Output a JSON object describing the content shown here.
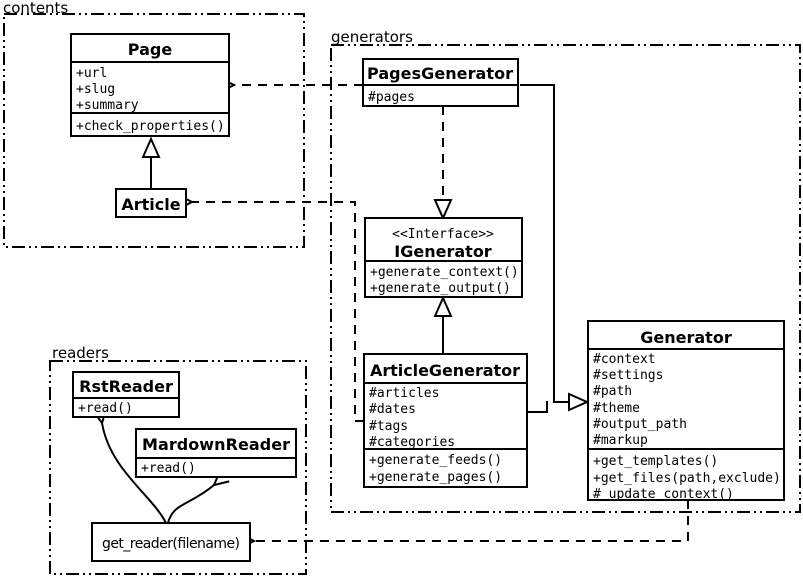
{
  "diagram_type": "uml-class-diagram",
  "colors": {
    "background": "#ffffff",
    "line": "#000000",
    "text": "#000000",
    "box_fill": "#ffffff"
  },
  "packages": {
    "contents": {
      "label": "contents"
    },
    "generators": {
      "label": "generators"
    },
    "readers": {
      "label": "readers"
    }
  },
  "classes": {
    "page": {
      "name": "Page",
      "attributes": [
        "+url",
        "+slug",
        "+summary"
      ],
      "methods": [
        "+check_properties()"
      ]
    },
    "article": {
      "name": "Article"
    },
    "pages_generator": {
      "name": "PagesGenerator",
      "attributes": [
        "#pages"
      ]
    },
    "igenerator": {
      "stereotype": "<<Interface>>",
      "name": "IGenerator",
      "methods": [
        "+generate_context()",
        "+generate_output()"
      ]
    },
    "article_generator": {
      "name": "ArticleGenerator",
      "attributes": [
        "#articles",
        "#dates",
        "#tags",
        "#categories"
      ],
      "methods": [
        "+generate_feeds()",
        "+generate_pages()"
      ]
    },
    "generator": {
      "name": "Generator",
      "attributes": [
        "#context",
        "#settings",
        "#path",
        "#theme",
        "#output_path",
        "#markup"
      ],
      "methods": [
        "+get_templates()",
        "+get_files(path,exclude)",
        "#_update_context()"
      ]
    },
    "rst_reader": {
      "name": "RstReader",
      "methods": [
        "+read()"
      ]
    },
    "mardown_reader": {
      "name": "MardownReader",
      "methods": [
        "+read()"
      ]
    },
    "get_reader": {
      "name": "get_reader(filename)"
    }
  }
}
